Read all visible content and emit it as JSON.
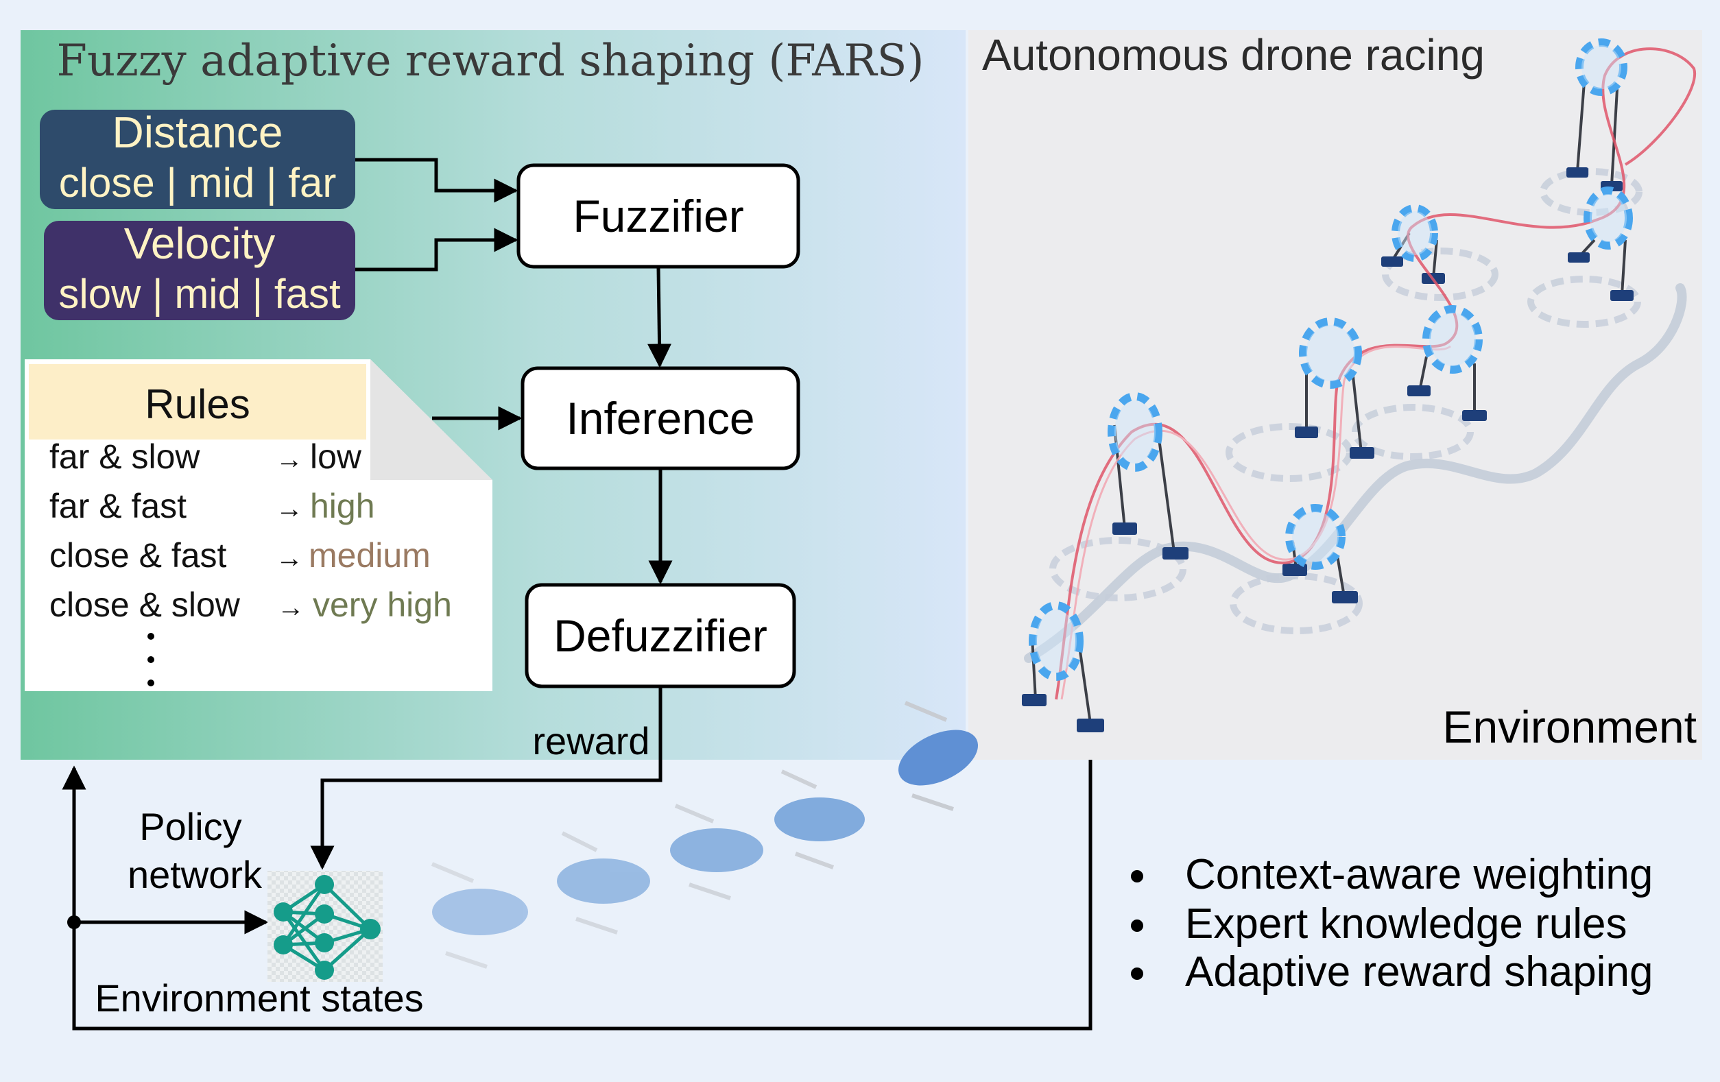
{
  "fars": {
    "title": "Fuzzy adaptive reward shaping (FARS)",
    "inputs": [
      {
        "name": "Distance",
        "levels": "close | mid | far"
      },
      {
        "name": "Velocity",
        "levels": "slow | mid | fast"
      }
    ],
    "rules": {
      "title": "Rules",
      "items": [
        {
          "condition": "far & slow",
          "arrow": "→",
          "result": "low",
          "color": "#111111"
        },
        {
          "condition": "far & fast",
          "arrow": "→",
          "result": "high",
          "color": "#6f7a52"
        },
        {
          "condition": "close & fast",
          "arrow": "→",
          "result": "medium",
          "color": "#9a7a62"
        },
        {
          "condition": "close & slow",
          "arrow": "→",
          "result": "very high",
          "color": "#6f7a52"
        }
      ]
    },
    "blocks": {
      "fuzzifier": "Fuzzifier",
      "inference": "Inference",
      "defuzzifier": "Defuzzifier"
    }
  },
  "flow": {
    "reward_label": "reward",
    "policy_label_line1": "Policy",
    "policy_label_line2": "network",
    "states_label": "Environment states"
  },
  "racing": {
    "title": "Autonomous drone racing",
    "environment_label": "Environment"
  },
  "features": [
    "Context-aware weighting",
    "Expert knowledge rules",
    "Adaptive reward shaping"
  ],
  "colors": {
    "distance_box": "#2e4b6b",
    "velocity_box": "#3f3169",
    "input_text": "#fff3c4",
    "rules_header": "#fdeec8",
    "network": "#159c8a",
    "drone": "#6f9fd8",
    "gate": "#4aa6ee",
    "trajectory": "#e0566a"
  }
}
